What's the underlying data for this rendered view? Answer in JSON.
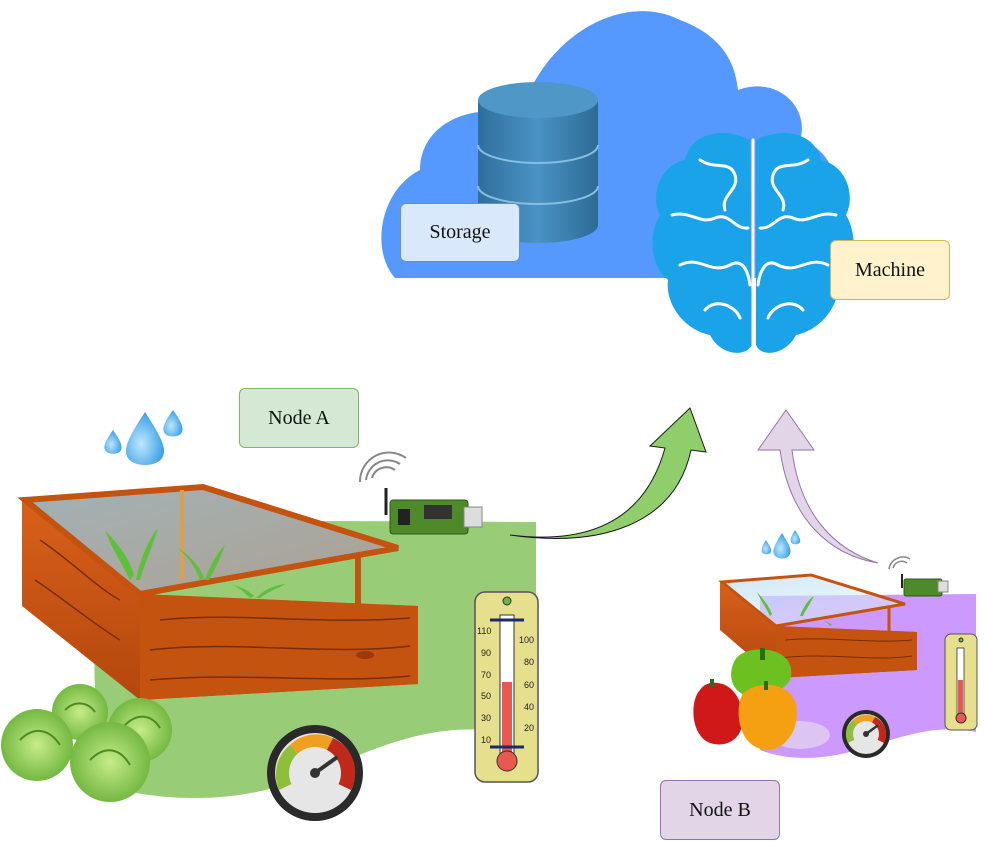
{
  "labels": {
    "storage": "Storage",
    "machine": "Machine",
    "node_a": "Node A",
    "node_b": "Node B"
  },
  "thermometer": {
    "left_scale": [
      "110",
      "90",
      "70",
      "50",
      "30",
      "10"
    ],
    "right_scale": [
      "100",
      "80",
      "60",
      "40",
      "20"
    ]
  },
  "colors": {
    "cloud": "#5599ff",
    "brain": "#1aa3e8",
    "database": "#3a7fb0",
    "node_a_field": "#99cc77",
    "node_b_field": "#cc99ff",
    "arrow_a": "#8fce6a",
    "arrow_b": "#e1d5e7",
    "storage_box": "#dae8fc",
    "storage_border": "#6c8ebf",
    "machine_box": "#fff2cc",
    "machine_border": "#d6b656",
    "node_a_box": "#d5e8d4",
    "node_a_border": "#82b366",
    "node_b_box": "#e1d5e7",
    "node_b_border": "#9673a6"
  },
  "icons": [
    "cloud-icon",
    "database-icon",
    "brain-icon",
    "water-drops-icon",
    "raised-bed-greenhouse-icon",
    "wifi-sensor-board-icon",
    "thermometer-icon",
    "gauge-icon",
    "cabbage-icon",
    "bell-pepper-icon",
    "flow-arrow-icon"
  ]
}
